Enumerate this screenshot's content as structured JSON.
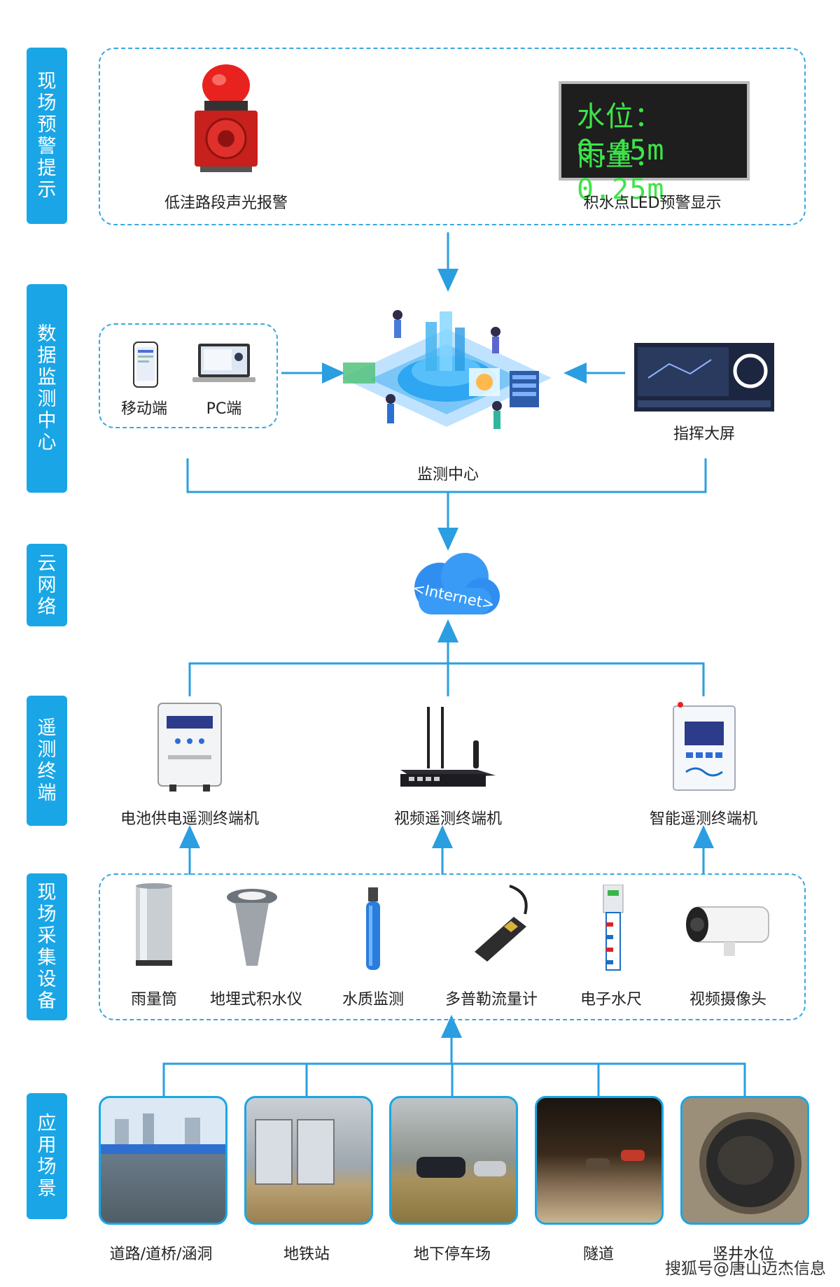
{
  "sections": {
    "warning": "现场预警提示",
    "monitor": "数据监测中心",
    "cloud": "云网络",
    "telemetry": "遥测终端",
    "collection": "现场采集设备",
    "scenarios": "应用场景"
  },
  "warning": {
    "alarm_caption": "低洼路段声光报警",
    "led_caption": "积水点LED预警显示",
    "led_line1": "水位：0.45m",
    "led_line2": "雨量：0.25m"
  },
  "monitor": {
    "mobile_caption": "移动端",
    "pc_caption": "PC端",
    "screen_caption": "指挥大屏",
    "center_caption": "监测中心"
  },
  "cloud": {
    "label": "<Internet>"
  },
  "terminals": [
    "电池供电遥测终端机",
    "视频遥测终端机",
    "智能遥测终端机"
  ],
  "devices": [
    "雨量筒",
    "地埋式积水仪",
    "水质监测",
    "多普勒流量计",
    "电子水尺",
    "视频摄像头"
  ],
  "scenes": [
    "道路/道桥/涵洞",
    "地铁站",
    "地下停车场",
    "隧道",
    "竖井水位"
  ],
  "watermark": "搜狐号@唐山迈杰信息",
  "colors": {
    "accent": "#1aa6e6",
    "led_green": "#3ee34a"
  }
}
